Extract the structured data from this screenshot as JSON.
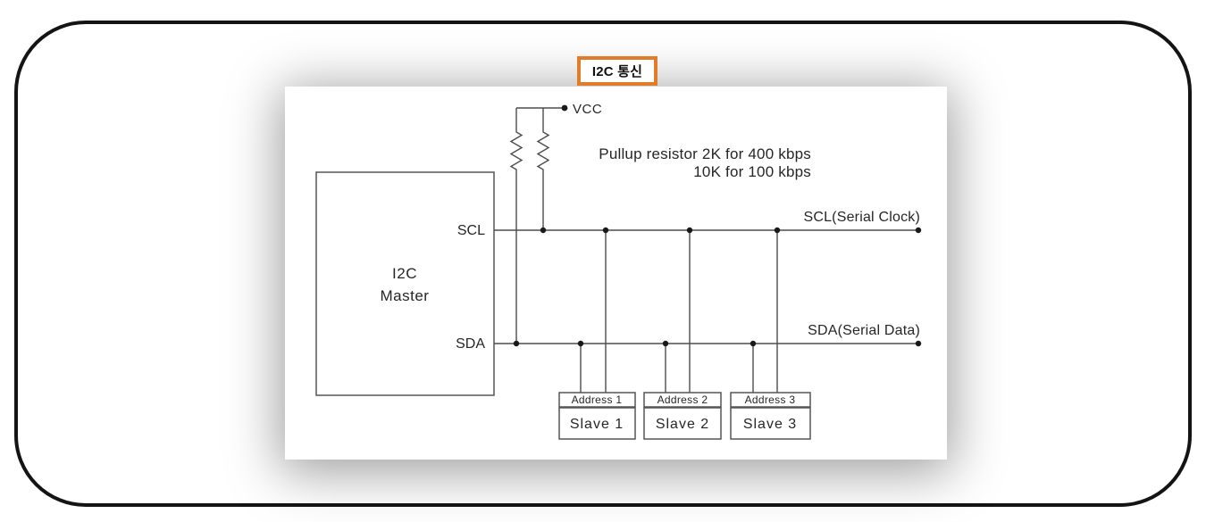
{
  "title": "I2C 통신",
  "diagram": {
    "master": {
      "name_line1": "I2C",
      "name_line2": "Master",
      "scl_pin": "SCL",
      "sda_pin": "SDA"
    },
    "power_label": "VCC",
    "pullup_note": {
      "line1": "Pullup resistor 2K for 400 kbps",
      "line2": "10K for 100 kbps"
    },
    "bus": {
      "scl": "SCL(Serial Clock)",
      "sda": "SDA(Serial Data)"
    },
    "slaves": [
      {
        "address": "Address 1",
        "name": "Slave 1"
      },
      {
        "address": "Address 2",
        "name": "Slave 2"
      },
      {
        "address": "Address 3",
        "name": "Slave 3"
      }
    ],
    "colors": {
      "accent_orange": "#e07c2a",
      "line": "#4d4d4d",
      "text": "#262626",
      "frame_border": "#141414",
      "panel_background": "#ffffff"
    }
  }
}
